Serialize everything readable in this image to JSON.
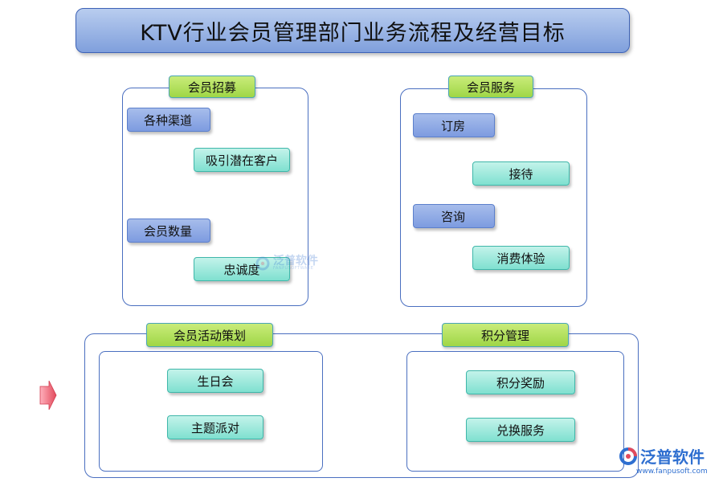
{
  "title": "KTV行业会员管理部门业务流程及经营目标",
  "sections": {
    "recruit": {
      "header": "会员招募",
      "items": [
        "各种渠道",
        "吸引潜在客户",
        "会员数量",
        "忠诚度"
      ]
    },
    "service": {
      "header": "会员服务",
      "items": [
        "订房",
        "接待",
        "咨询",
        "消费体验"
      ]
    },
    "activity": {
      "header": "会员活动策划",
      "items": [
        "生日会",
        "主题派对"
      ]
    },
    "points": {
      "header": "积分管理",
      "items": [
        "积分奖励",
        "兑换服务"
      ]
    }
  },
  "watermark": {
    "brand": "泛普软件",
    "brand_en": "FANPUSOFTWARE",
    "url": "www.fanpusoft.com"
  },
  "colors": {
    "title_bg": "#9db6e8",
    "section_header": "#b4e05c",
    "blue_box": "#8ea9e4",
    "teal_box": "#9fe8dc",
    "border": "#4a6fc0",
    "arrow_red": "#e04050"
  }
}
